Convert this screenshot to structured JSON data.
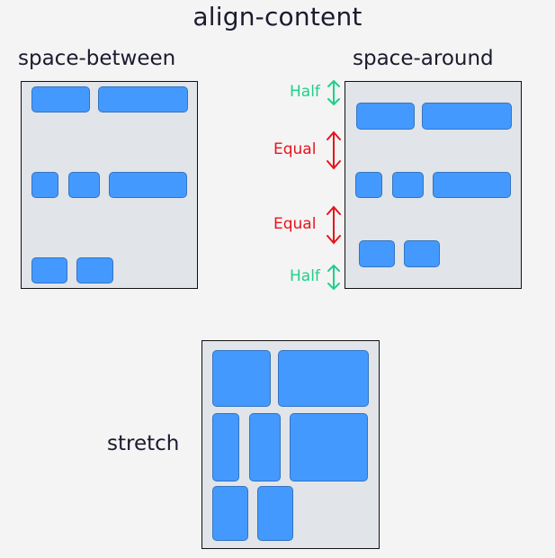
{
  "title": "align-content",
  "labels": {
    "space_between": "space-between",
    "space_around": "space-around",
    "stretch": "stretch"
  },
  "annotations": {
    "half_top": "Half",
    "equal_1": "Equal",
    "equal_2": "Equal",
    "half_bottom": "Half"
  },
  "colors": {
    "background": "#f4f4f4",
    "container": "#e1e4e8",
    "item": "#4499ff",
    "half": "#1fcf8b",
    "equal": "#e6141c"
  },
  "icons": [
    "double-headed-vertical-arrow-icon"
  ]
}
